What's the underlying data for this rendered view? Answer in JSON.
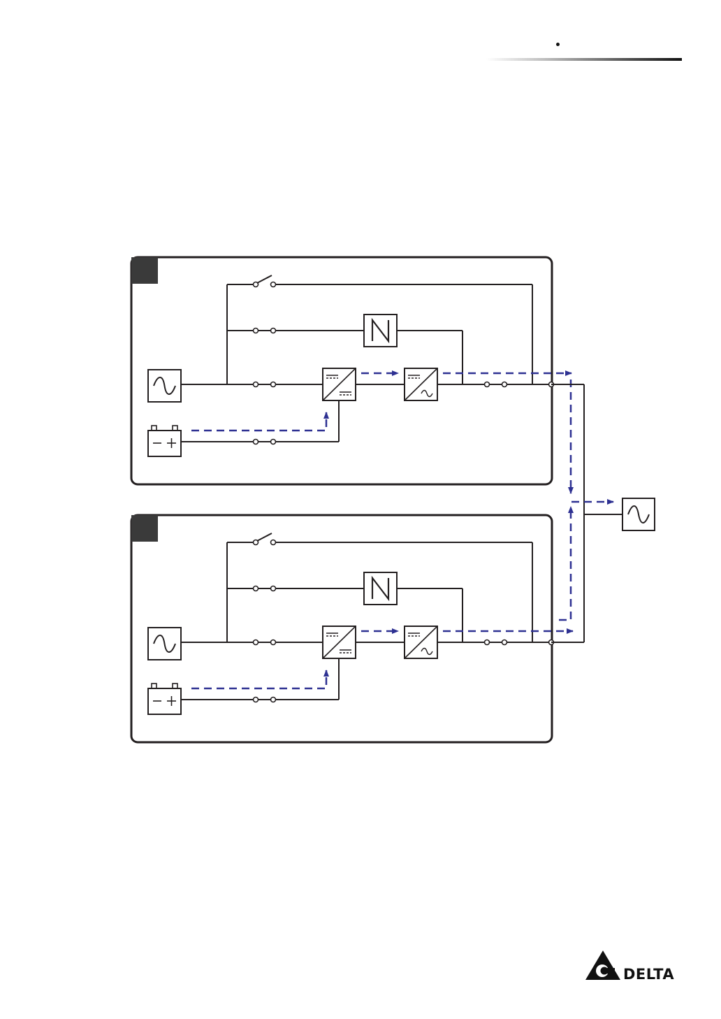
{
  "logo": {
    "brand_text": "DELTA",
    "icon": "delta-triangle-logo-icon"
  },
  "diagram": {
    "modules": [
      {
        "id": "ups-module-1",
        "badge_label": ""
      },
      {
        "id": "ups-module-2",
        "badge_label": ""
      }
    ],
    "components": [
      "ac-source-icon",
      "battery-icon",
      "bypass-switch-icon",
      "static-switch-icon",
      "rectifier-icon",
      "inverter-icon",
      "breaker-icon",
      "load-ac-icon"
    ],
    "colors": {
      "line": "#231f20",
      "power_flow": "#2e3192",
      "badge": "#3a3a3a"
    }
  }
}
